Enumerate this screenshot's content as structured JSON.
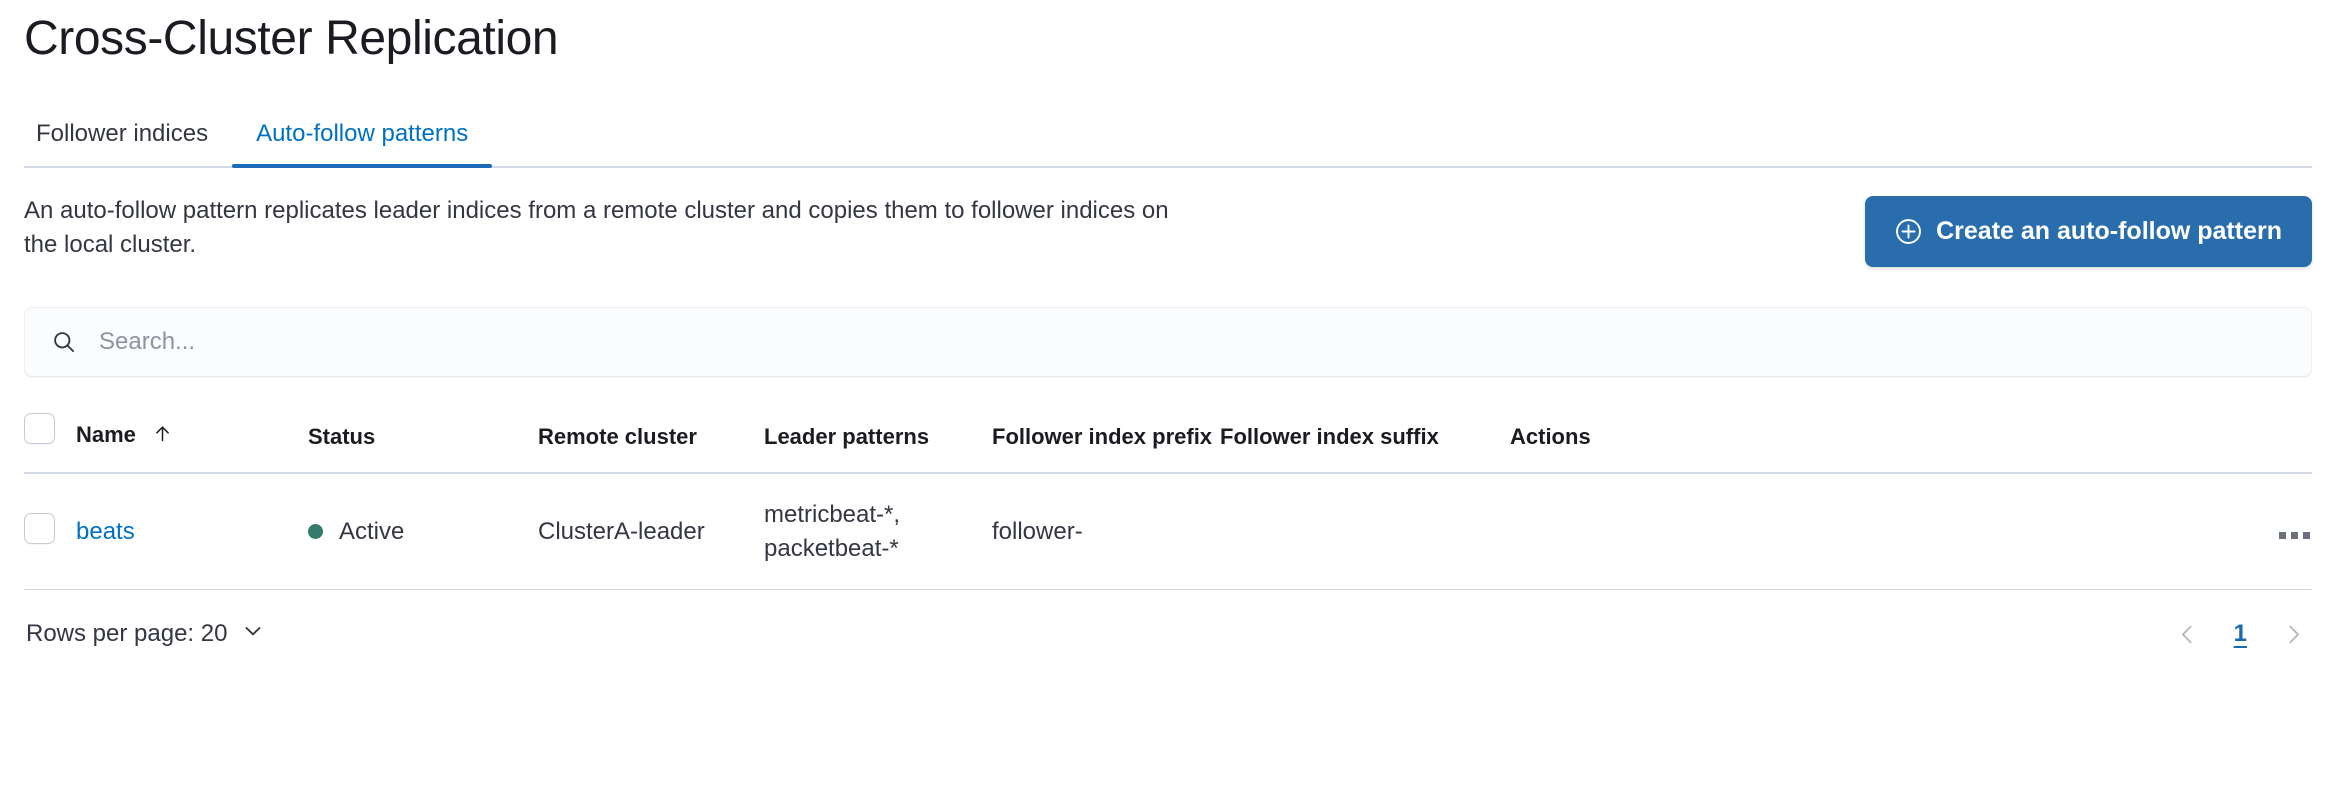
{
  "header": {
    "title": "Cross-Cluster Replication"
  },
  "tabs": [
    {
      "label": "Follower indices",
      "active": false
    },
    {
      "label": "Auto-follow patterns",
      "active": true
    }
  ],
  "intro": {
    "description": "An auto-follow pattern replicates leader indices from a remote cluster and copies them to follower indices on the local cluster.",
    "create_button_label": "Create an auto-follow pattern",
    "create_button_icon": "plus-in-circle-icon",
    "create_button_color": "#2a6dad"
  },
  "search": {
    "value": "",
    "placeholder": "Search...",
    "icon": "search-icon"
  },
  "table": {
    "columns": [
      {
        "key": "name",
        "label": "Name",
        "sorted": "asc",
        "sort_icon": "arrow-up-icon"
      },
      {
        "key": "status",
        "label": "Status"
      },
      {
        "key": "remote_cluster",
        "label": "Remote cluster"
      },
      {
        "key": "leader_patterns",
        "label": "Leader patterns"
      },
      {
        "key": "follower_index_prefix",
        "label": "Follower index prefix"
      },
      {
        "key": "follower_index_suffix",
        "label": "Follower index suffix"
      },
      {
        "key": "actions",
        "label": "Actions"
      }
    ],
    "rows": [
      {
        "name": "beats",
        "status": "Active",
        "status_color": "#357b6b",
        "remote_cluster": "ClusterA-leader",
        "leader_patterns": "metricbeat-*, packetbeat-*",
        "leader_patterns_line1": "metricbeat-*,",
        "leader_patterns_line2": "packetbeat-*",
        "follower_index_prefix": "follower-",
        "follower_index_suffix": "",
        "actions_icon": "ellipsis-horizontal-icon"
      }
    ]
  },
  "footer": {
    "rows_per_page_label": "Rows per page: 20",
    "rows_per_page_value": "20",
    "rows_per_page_icon": "chevron-down-icon",
    "prev_icon": "chevron-left-icon",
    "next_icon": "chevron-right-icon",
    "current_page": "1",
    "page_link_color": "#1b69b0"
  }
}
